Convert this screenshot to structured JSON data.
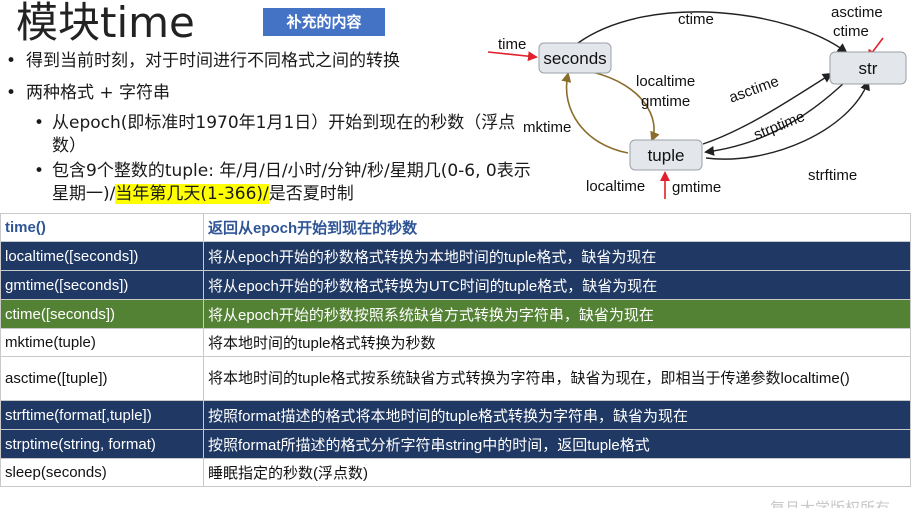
{
  "title": "模块time",
  "badge": "补充的内容",
  "bullets": [
    "得到当前时刻，对于时间进行不同格式之间的转换",
    "两种格式 + 字符串"
  ],
  "sub_bullets": {
    "s1": "从epoch(即标准时1970年1月1日）开始到现在的秒数（浮点数）",
    "s2_part1": "包含9个整数的tuple: 年/月/日/小时/分钟/秒/星期几(0-6, 0表示星期一)/",
    "s2_highlight": "当年第几天(1-366)/",
    "s2_part2": "是否夏时制"
  },
  "diagram": {
    "nodes": {
      "seconds": "seconds",
      "str": "str",
      "tuple": "tuple"
    },
    "edges": {
      "time": "time",
      "ctime": "ctime",
      "asctime_ctime_1": "asctime",
      "asctime_ctime_2": "ctime",
      "localtime_gmtime_1": "localtime",
      "localtime_gmtime_2": "gmtime",
      "mktime": "mktime",
      "asctime": "asctime",
      "strptime": "strptime",
      "strftime": "strftime",
      "localtime_bottom": "localtime",
      "gmtime_bottom": "gmtime"
    },
    "colors": {
      "red_arrow": "#e0202a",
      "brown_arrow": "#8a6d2c",
      "dark_arrow": "#222222"
    }
  },
  "table": {
    "rows": [
      {
        "style": "head",
        "func": "time()",
        "desc": "返回从epoch开始到现在的秒数"
      },
      {
        "style": "dark",
        "func": "localtime([seconds])",
        "desc": "将从epoch开始的秒数格式转换为本地时间的tuple格式，缺省为现在"
      },
      {
        "style": "dark",
        "func": "gmtime([seconds])",
        "desc": "将从epoch开始的秒数格式转换为UTC时间的tuple格式，缺省为现在"
      },
      {
        "style": "green",
        "func": "ctime([seconds])",
        "desc": "将从epoch开始的秒数按照系统缺省方式转换为字符串，缺省为现在"
      },
      {
        "style": "white",
        "func": "mktime(tuple)",
        "desc": "将本地时间的tuple格式转换为秒数"
      },
      {
        "style": "white tall",
        "func": "asctime([tuple])",
        "desc": "将本地时间的tuple格式按系统缺省方式转换为字符串，缺省为现在，即相当于传递参数localtime()"
      },
      {
        "style": "dark",
        "func": "strftime(format[,tuple])",
        "desc": "按照format描述的格式将本地时间的tuple格式转换为字符串，缺省为现在"
      },
      {
        "style": "dark",
        "func": "strptime(string, format)",
        "desc": "按照format所描述的格式分析字符串string中的时间，返回tuple格式"
      },
      {
        "style": "white",
        "func": "sleep(seconds)",
        "desc": "睡眠指定的秒数(浮点数)"
      }
    ]
  },
  "watermark": "复旦大学版权所有"
}
